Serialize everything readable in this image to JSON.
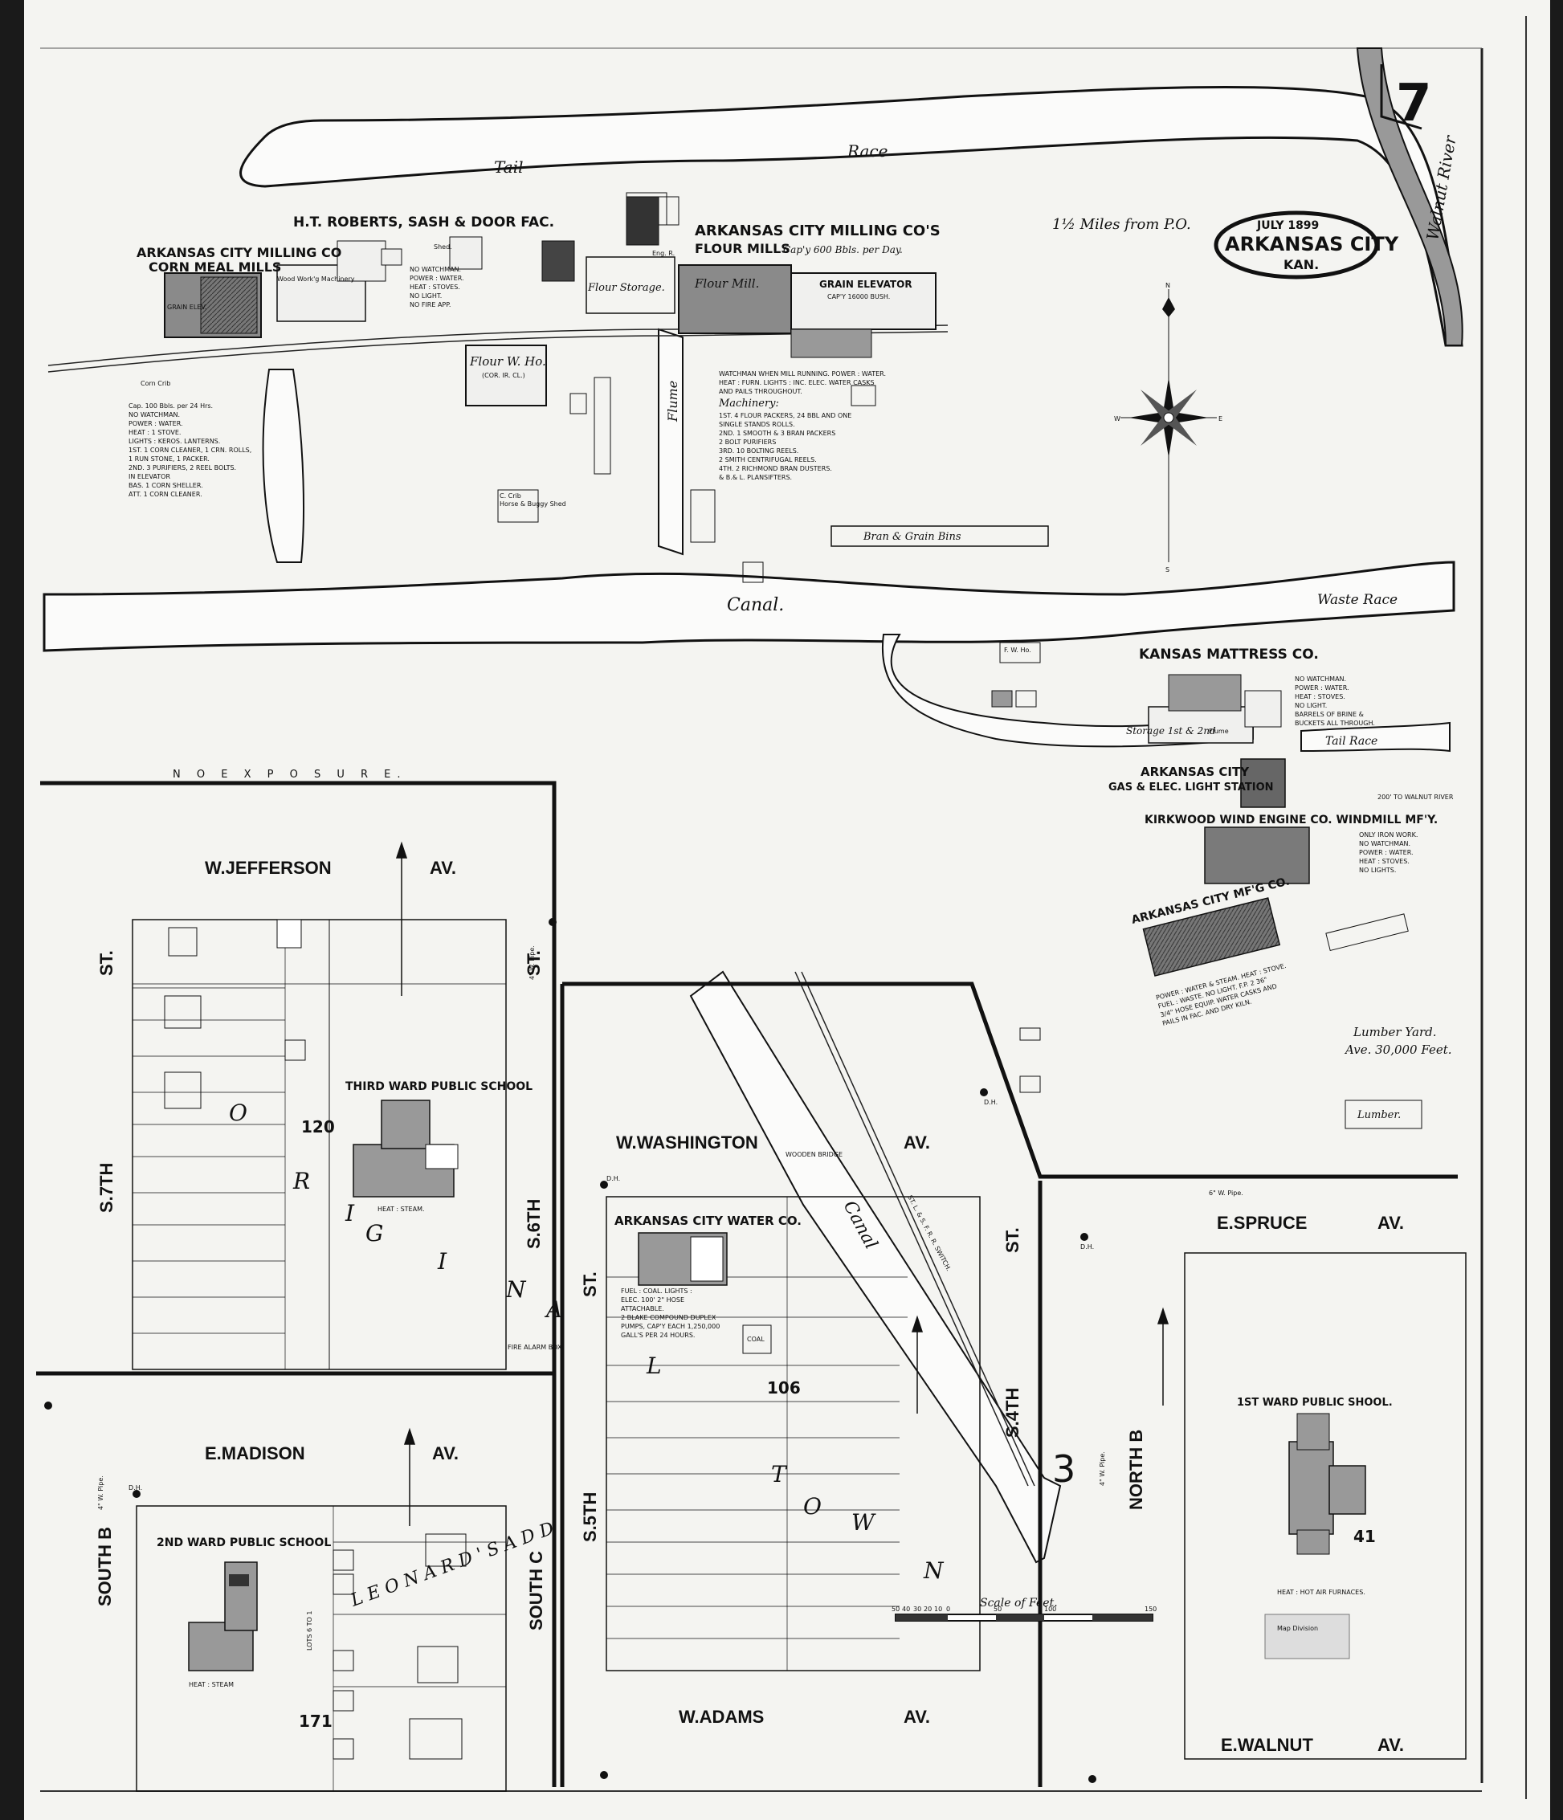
{
  "sheet": {
    "number": "7",
    "date": "JULY 1899",
    "city": "ARKANSAS CITY",
    "state": "KAN.",
    "distance_note": "1½ Miles from P.O.",
    "scale_label": "Scale of Feet.",
    "scale_ticks": [
      "50",
      "40",
      "30",
      "20",
      "10",
      "0",
      "50",
      "100",
      "150"
    ]
  },
  "water": {
    "tail_race_1": "Tail",
    "tail_race_2": "Race",
    "river": "Walnut River",
    "canal": "Canal.",
    "canal_south": "Canal",
    "waste_race": "Waste Race",
    "tail_race_east": "Tail Race",
    "flume": "Flume",
    "flume_east": "Flume"
  },
  "buildings": {
    "corn_mill": {
      "name_1": "ARKANSAS CITY MILLING CO",
      "name_2": "CORN MEAL MILLS",
      "details": [
        "Cap. 100 Bbls. per 24 Hrs.",
        "NO WATCHMAN.",
        "POWER : WATER.",
        "HEAT : 1 STOVE.",
        "LIGHTS : KEROS. LANTERNS.",
        "1ST. 1 CORN CLEANER, 1 CRN. ROLLS,",
        "1 RUN STONE, 1 PACKER.",
        "2ND. 3 PURIFIERS, 2 REEL BOLTS.",
        "IN ELEVATOR",
        "BAS. 1 CORN SHELLER.",
        "ATT. 1 CORN CLEANER."
      ],
      "crib": "Corn Crib",
      "elev": "GRAIN ELEV."
    },
    "roberts": {
      "name": "H.T. ROBERTS, SASH & DOOR FAC.",
      "details": [
        "NO WATCHMAN.",
        "POWER : WATER.",
        "HEAT : STOVES.",
        "NO LIGHT.",
        "NO FIRE APP."
      ],
      "shed": "Shed.",
      "machinery": "Wood Work'g Machinery"
    },
    "flour_mill": {
      "name_1": "ARKANSAS CITY MILLING CO'S",
      "name_2": "FLOUR MILLS",
      "capacity": "Cap'y 600 Bbls. per Day.",
      "mill_label": "Flour Mill.",
      "storage": "Flour Storage.",
      "elevator": "GRAIN ELEVATOR",
      "elevator_cap": "CAP'Y 16000 BUSH.",
      "watch": [
        "WATCHMAN WHEN MILL RUNNING. POWER : WATER.",
        "HEAT : FURN. LIGHTS : INC. ELEC. WATER CASKS",
        "AND PAILS THROUGHOUT."
      ],
      "machinery_title": "Machinery:",
      "machinery": [
        "1ST. 4 FLOUR PACKERS, 24 BBL AND ONE",
        "SINGLE STANDS ROLLS.",
        "2ND. 1 SMOOTH & 3 BRAN PACKERS",
        "2 BOLT PURIFIERS",
        "3RD. 10 BOLTING REELS.",
        "2 SMITH CENTRIFUGAL REELS.",
        "4TH. 2 RICHMOND BRAN DUSTERS.",
        "& B.& L. PLANSIFTERS."
      ],
      "warehouse": "Flour W. Ho.",
      "warehouse_note": "(COR. IR. CL.)",
      "bins": "Bran & Grain Bins",
      "horse_shed": "Horse & Buggy Shed",
      "crib": "C. Crib",
      "eng": "Eng. R."
    },
    "mattress": {
      "name": "KANSAS MATTRESS CO.",
      "details": [
        "NO WATCHMAN.",
        "POWER : WATER.",
        "HEAT : STOVES.",
        "NO LIGHT.",
        "BARRELS OF BRINE &",
        "BUCKETS ALL THROUGH."
      ],
      "storage": "Storage 1st & 2nd",
      "fw": "F. W. Ho."
    },
    "gas": {
      "name_1": "ARKANSAS CITY",
      "name_2": "GAS & ELEC. LIGHT STATION"
    },
    "kirkwood": {
      "name": "KIRKWOOD WIND ENGINE CO. WINDMILL MF'Y.",
      "details": [
        "ONLY IRON WORK.",
        "NO WATCHMAN.",
        "POWER : WATER.",
        "HEAT : STOVES.",
        "NO LIGHTS."
      ],
      "walnut_river": "200' TO WALNUT RIVER"
    },
    "mfg": {
      "name": "ARKANSAS CITY MF'G CO.",
      "details": [
        "POWER : WATER & STEAM. HEAT : STOVE.",
        "FUEL : WASTE. NO LIGHT. F.P. 2 36\"",
        "3/4\" HOSE EQUIP. WATER CASKS AND",
        "PAILS IN FAC. AND DRY KILN."
      ]
    },
    "lumber": {
      "yard": "Lumber Yard.",
      "ave": "Ave. 30,000 Feet.",
      "shed": "Lumber."
    },
    "water_co": {
      "name": "ARKANSAS CITY WATER CO.",
      "details": [
        "FUEL : COAL. LIGHTS :",
        "ELEC. 100' 2\" HOSE",
        "ATTACHABLE.",
        "2 BLAKE COMPOUND DUPLEX",
        "PUMPS, CAP'Y EACH 1,250,000",
        "GALL'S PER 24 HOURS."
      ],
      "coal": "COAL"
    },
    "third_ward": {
      "name": "THIRD WARD PUBLIC SCHOOL",
      "heat": "HEAT : STEAM."
    },
    "second_ward": {
      "name": "2ND WARD PUBLIC SCHOOL",
      "heat": "HEAT : STEAM"
    },
    "first_ward": {
      "name": "1ST WARD PUBLIC SHOOL.",
      "heat": "HEAT : HOT AIR FURNACES."
    }
  },
  "streets": {
    "jefferson": "W.JEFFERSON",
    "av": "AV.",
    "washington": "W.WASHINGTON",
    "madison": "E.MADISON",
    "adams": "W.ADAMS",
    "spruce": "E.SPRUCE",
    "walnut": "E.WALNUT",
    "s7": "S.7TH",
    "s6": "S.6TH",
    "s5": "S.5TH",
    "s4": "S.4TH",
    "st": "ST.",
    "south_b": "SOUTH  B",
    "south_c": "SOUTH  C",
    "north_b": "NORTH  B",
    "no_exposure": "N O   E X P O S U R E.",
    "wooden_bridge": "WOODEN BRIDGE",
    "switch": "ST. L. & S. F. R. R. SWITCH."
  },
  "blocks": {
    "b120": "120",
    "b106": "106",
    "b171": "171",
    "b41": "41",
    "big3": "3"
  },
  "additions": {
    "original": [
      "O",
      "R",
      "I",
      "G",
      "I",
      "N",
      "A",
      "L",
      "T",
      "O",
      "W",
      "N"
    ],
    "leonards": "L E O N A R D ' S   A D D",
    "lots": "LOTS  6 TO 1"
  },
  "misc": {
    "pipe_6": "6\" W. Pipe.",
    "pipe_4": "4\" W. Pipe.",
    "dh": "D.H.",
    "fire_alarm": "FIRE ALARM BOX",
    "stamp": "Map Division"
  }
}
